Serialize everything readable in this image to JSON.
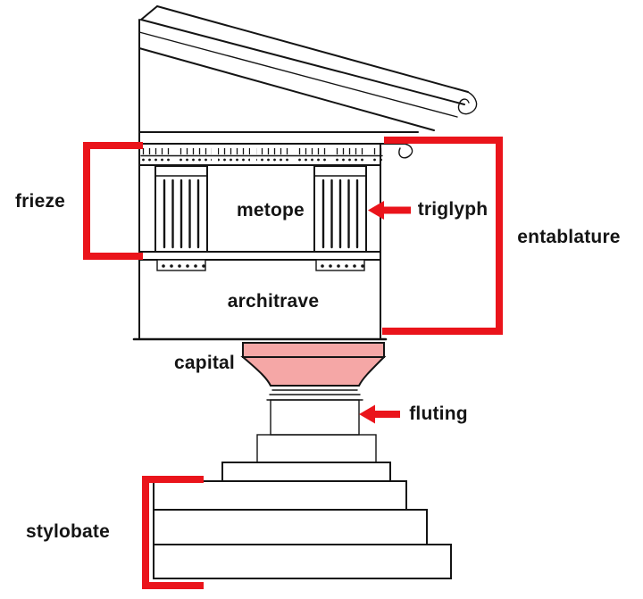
{
  "colors": {
    "ink": "#141414",
    "red": "#ea141b",
    "pink": "#f5a7a6",
    "bg": "#ffffff"
  },
  "labels": {
    "frieze": "frieze",
    "metope": "metope",
    "triglyph": "triglyph",
    "entablature": "entablature",
    "architrave": "architrave",
    "capital": "capital",
    "fluting": "fluting",
    "stylobate": "stylobate"
  }
}
